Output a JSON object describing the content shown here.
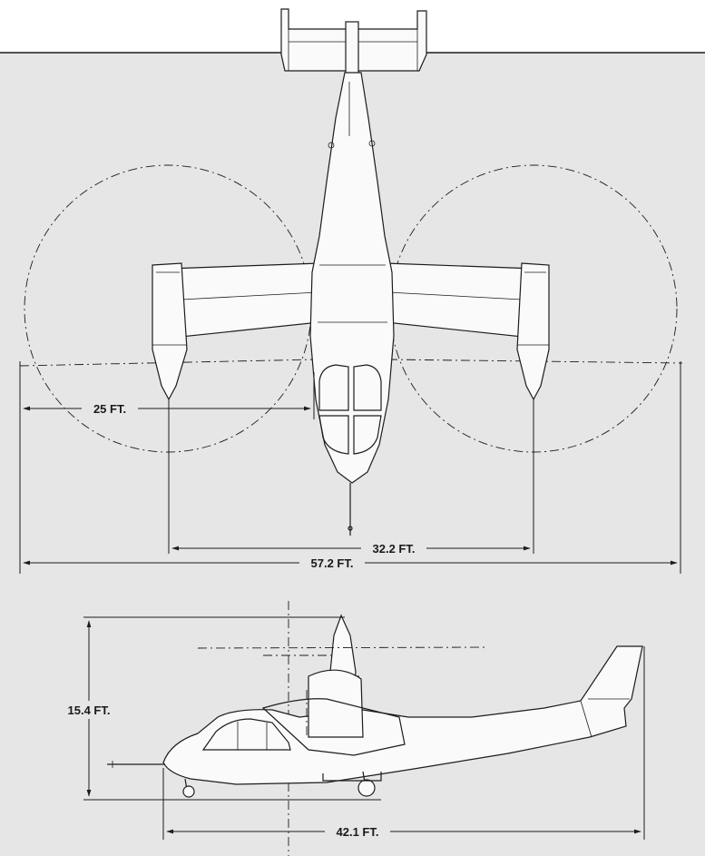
{
  "colors": {
    "paper": "#e6e6e6",
    "ink": "#1c1c1c",
    "aircraft_fill": "#fafafa"
  },
  "dimensions": {
    "rotor_radius": "25 FT.",
    "rotor_spacing": "32.2 FT.",
    "overall_span": "57.2 FT.",
    "height": "15.4 FT.",
    "length": "42.1 FT."
  }
}
